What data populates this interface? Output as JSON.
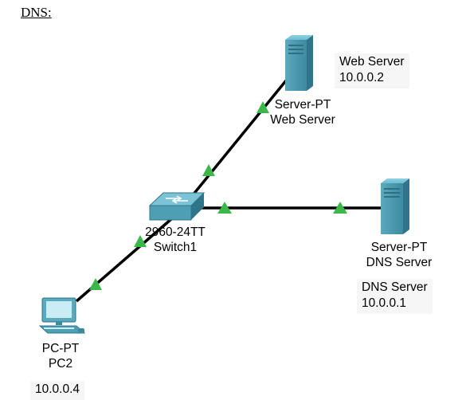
{
  "heading": "DNS:",
  "devices": {
    "web_server": {
      "model": "Server-PT",
      "name": "Web Server"
    },
    "switch": {
      "model": "2960-24TT",
      "name": "Switch1"
    },
    "dns_server": {
      "model": "Server-PT",
      "name": "DNS Server"
    },
    "pc": {
      "model": "PC-PT",
      "name": "PC2"
    }
  },
  "notes": {
    "web": {
      "title": "Web Server",
      "ip": "10.0.0.2"
    },
    "dns": {
      "title": "DNS Server",
      "ip": "10.0.0.1"
    },
    "pc": {
      "ip": "10.0.0.4"
    }
  },
  "colors": {
    "link": "#000000",
    "link_status": "#3cb84a",
    "device": "#4f9fb4"
  }
}
